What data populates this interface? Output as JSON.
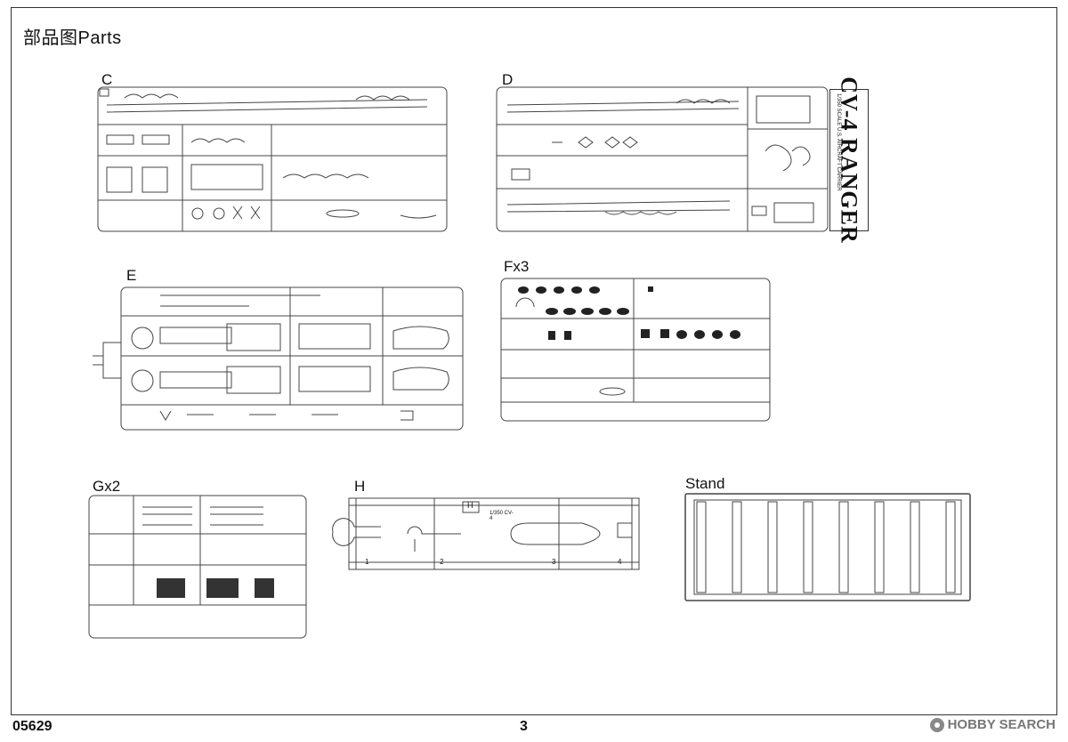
{
  "page": {
    "title": "部品图Parts",
    "doc_number": "05629",
    "page_number": "3"
  },
  "watermark": {
    "text": "HOBBY SEARCH"
  },
  "sprues": {
    "C": {
      "label": "C"
    },
    "D": {
      "label": "D",
      "side_label": "CV-4 RANGER",
      "side_small": "1/350 SCALE U.S. AIRCRAFT CARRIER"
    },
    "E": {
      "label": "E"
    },
    "F": {
      "label": "Fx3"
    },
    "G": {
      "label": "Gx2"
    },
    "H": {
      "label": "H",
      "tag": "H",
      "plate": "1/350 CV-4",
      "numbers": [
        "1",
        "2",
        "3",
        "4"
      ]
    },
    "stand": {
      "label": "Stand"
    }
  }
}
